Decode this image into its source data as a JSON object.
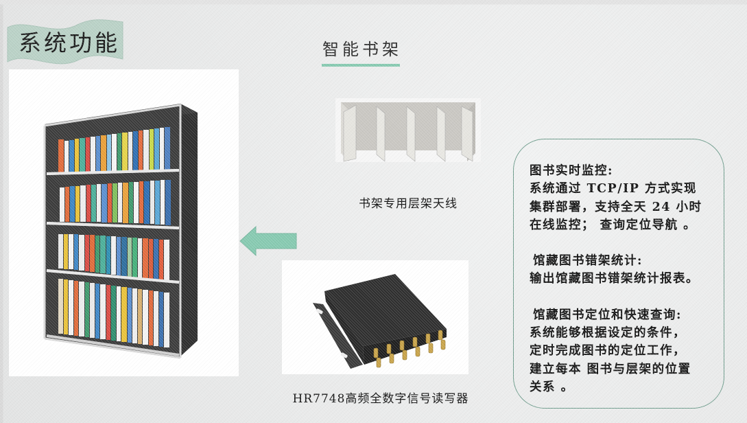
{
  "section_banner": {
    "label": "系统功能",
    "color": "#b9d1c6"
  },
  "title": {
    "label": "智能书架",
    "underline_color": "#86c9b0"
  },
  "images": {
    "bookshelf": {
      "alt": "智能书架实物图（四层书架装满图书）"
    },
    "antenna": {
      "alt": "书架专用层架天线实物图",
      "caption": "书架专用层架天线"
    },
    "reader": {
      "alt": "HR7748高频全数字信号读写器实物图",
      "caption": "HR7748高频全数字信号读写器"
    }
  },
  "arrow": {
    "direction": "left",
    "color": "#86c9b0"
  },
  "info_box": {
    "border_color": "#6e9c8c",
    "sections": [
      {
        "heading": "图书实时监控:",
        "lines": [
          "系统通过 TCP/IP 方式实现",
          "集群部署，支持全天 24 小时",
          "在线监控； 查询定位导航 。"
        ]
      },
      {
        "heading": "馆藏图书错架统计:",
        "lines": [
          "输出馆藏图书错架统计报表。"
        ]
      },
      {
        "heading": "馆藏图书定位和快速查询:",
        "lines": [
          "系统能够根据设定的条件，",
          "定时完成图书的定位工作，",
          "建立每本 图书与层架的位置",
          "关系 。"
        ]
      }
    ]
  }
}
